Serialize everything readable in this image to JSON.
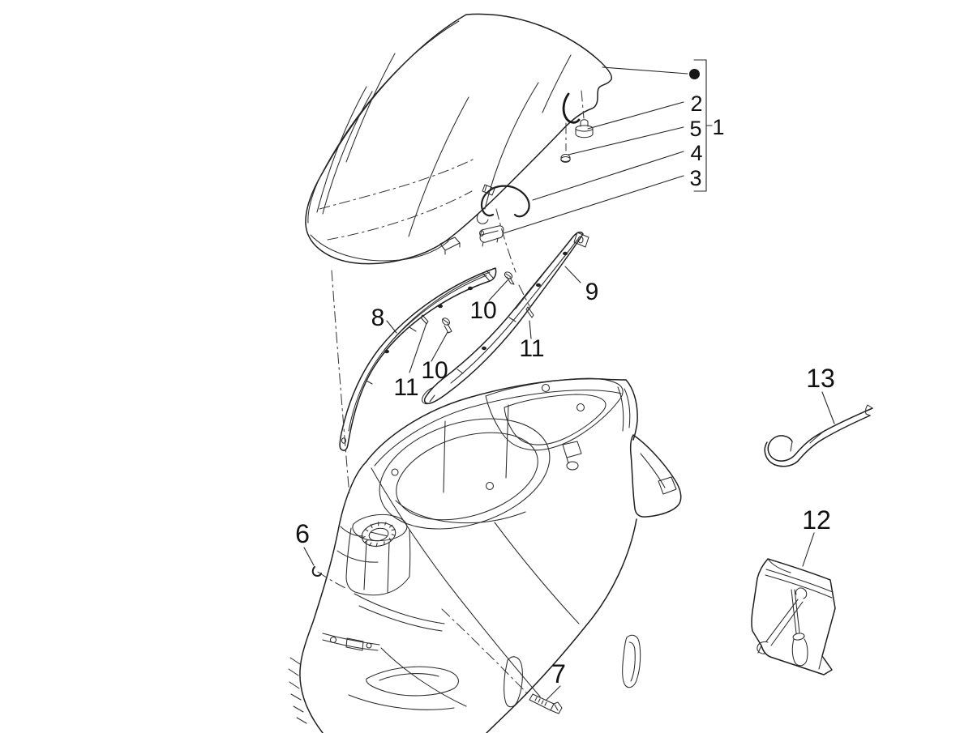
{
  "figure": {
    "background_color": "#ffffff",
    "line_color": "#1f1f1f",
    "description": "Exploded technical parts diagram: scooter saddle, fasteners, trim rails, helmet-box body and tool kit"
  },
  "callouts": {
    "c1": {
      "label": "1"
    },
    "c2": {
      "label": "2"
    },
    "c3": {
      "label": "3"
    },
    "c4": {
      "label": "4"
    },
    "c5": {
      "label": "5"
    },
    "c6": {
      "label": "6"
    },
    "c7": {
      "label": "7"
    },
    "c8": {
      "label": "8"
    },
    "c9": {
      "label": "9"
    },
    "c10a": {
      "label": "10"
    },
    "c10b": {
      "label": "10"
    },
    "c11a": {
      "label": "11"
    },
    "c11b": {
      "label": "11"
    },
    "c12": {
      "label": "12"
    },
    "c13": {
      "label": "13"
    }
  }
}
